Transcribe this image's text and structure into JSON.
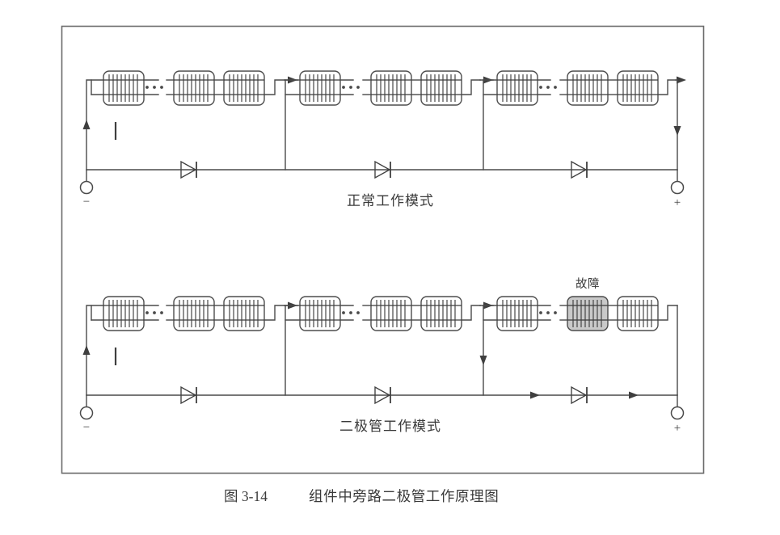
{
  "figure": {
    "caption_number": "图 3-14",
    "caption_title": "组件中旁路二极管工作原理图",
    "page_background": "#ffffff",
    "frame_color": "#6b6b6b",
    "wire_color": "#4a4a4a",
    "fault_fill_color": "#c9c9c9"
  },
  "panels": [
    {
      "id": "normal-mode",
      "label": "正常工作模式",
      "terminals": {
        "left_sign": "−",
        "right_sign": "+"
      },
      "current_label": "I",
      "current_path": "through-all-strings",
      "conducting_diodes": [],
      "fault_cell": null,
      "strings": [
        {
          "index": 1,
          "cells": [
            {
              "index": 1,
              "state": "normal"
            },
            {
              "index": 2,
              "state": "normal"
            },
            {
              "index": 3,
              "state": "normal"
            }
          ],
          "ellipsis_after_cell": 1,
          "bypass_diode": {
            "label": "",
            "conducting": false,
            "direction": "right"
          }
        },
        {
          "index": 2,
          "cells": [
            {
              "index": 1,
              "state": "normal"
            },
            {
              "index": 2,
              "state": "normal"
            },
            {
              "index": 3,
              "state": "normal"
            }
          ],
          "ellipsis_after_cell": 1,
          "bypass_diode": {
            "label": "",
            "conducting": false,
            "direction": "right"
          }
        },
        {
          "index": 3,
          "cells": [
            {
              "index": 1,
              "state": "normal"
            },
            {
              "index": 2,
              "state": "normal"
            },
            {
              "index": 3,
              "state": "normal"
            }
          ],
          "ellipsis_after_cell": 1,
          "bypass_diode": {
            "label": "",
            "conducting": false,
            "direction": "right"
          }
        }
      ]
    },
    {
      "id": "diode-mode",
      "label": "二极管工作模式",
      "terminals": {
        "left_sign": "−",
        "right_sign": "+"
      },
      "current_label": "I",
      "current_path": "bypass-third-string",
      "conducting_diodes": [
        3
      ],
      "fault_cell": {
        "label": "故障",
        "string_index": 3,
        "cell_index": 2
      },
      "strings": [
        {
          "index": 1,
          "cells": [
            {
              "index": 1,
              "state": "normal"
            },
            {
              "index": 2,
              "state": "normal"
            },
            {
              "index": 3,
              "state": "normal"
            }
          ],
          "ellipsis_after_cell": 1,
          "bypass_diode": {
            "label": "",
            "conducting": false,
            "direction": "right"
          }
        },
        {
          "index": 2,
          "cells": [
            {
              "index": 1,
              "state": "normal"
            },
            {
              "index": 2,
              "state": "normal"
            },
            {
              "index": 3,
              "state": "normal"
            }
          ],
          "ellipsis_after_cell": 1,
          "bypass_diode": {
            "label": "",
            "conducting": false,
            "direction": "right"
          }
        },
        {
          "index": 3,
          "cells": [
            {
              "index": 1,
              "state": "normal"
            },
            {
              "index": 2,
              "state": "fault"
            },
            {
              "index": 3,
              "state": "normal"
            }
          ],
          "ellipsis_after_cell": 1,
          "bypass_diode": {
            "label": "",
            "conducting": true,
            "direction": "right"
          }
        }
      ]
    }
  ]
}
